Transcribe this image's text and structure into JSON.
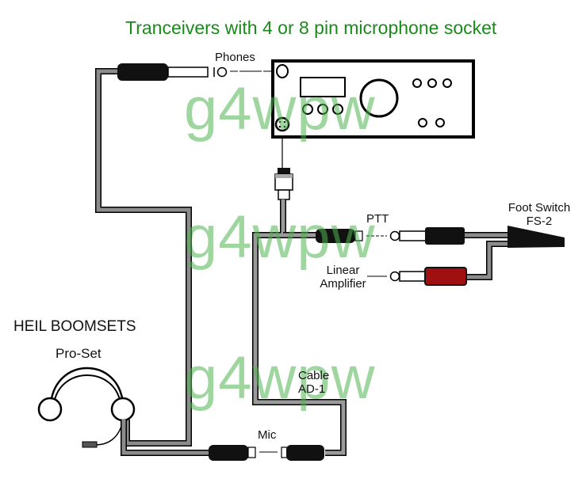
{
  "title": "Tranceivers with 4 or 8 pin microphone socket",
  "watermark": "g4wpw",
  "labels": {
    "phones": "Phones",
    "ptt": "PTT",
    "foot_switch_line1": "Foot Switch",
    "foot_switch_line2": "FS-2",
    "linear_line1": "Linear",
    "linear_line2": "Amplifier",
    "brand": "HEIL BOOMSETS",
    "model": "Pro-Set",
    "cable_line1": "Cable",
    "cable_line2": "AD-1",
    "mic": "Mic"
  },
  "colors": {
    "title": "#1a8a1a",
    "cable_fill": "#8c8c8c",
    "connector": "#111111",
    "linear_plug": "#a01010",
    "watermark": "#50b450"
  }
}
